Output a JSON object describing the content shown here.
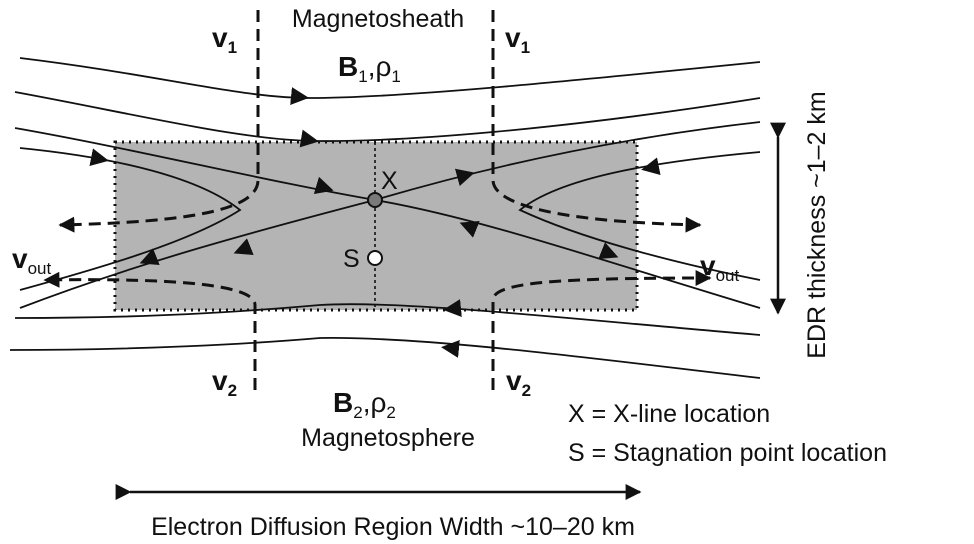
{
  "diagram": {
    "top_region": "Magnetosheath",
    "bottom_region": "Magnetosphere",
    "v1_left": {
      "main": "v",
      "sub": "1"
    },
    "v1_right": {
      "main": "v",
      "sub": "1"
    },
    "v2_left": {
      "main": "v",
      "sub": "2"
    },
    "v2_right": {
      "main": "v",
      "sub": "2"
    },
    "vout_left": {
      "main": "v",
      "sub": "out"
    },
    "vout_right": {
      "main": "v",
      "sub": "out"
    },
    "b1": {
      "main": "B",
      "sub": "1",
      "rho": ",ρ",
      "rho_sub": "1"
    },
    "b2": {
      "main": "B",
      "sub": "2",
      "rho": ",ρ",
      "rho_sub": "2"
    },
    "x_label": "X",
    "s_label": "S",
    "thickness_label": "EDR thickness ~1–2 km",
    "width_label": "Electron Diffusion Region Width ~10–20 km",
    "legend": {
      "x_line": "X = X-line location",
      "stagnation": "S = Stagnation point location"
    },
    "colors": {
      "edr_fill": "#b4b4b4",
      "x_point": "#7a7a7a",
      "s_point": "#ffffff",
      "line": "#111111"
    }
  }
}
